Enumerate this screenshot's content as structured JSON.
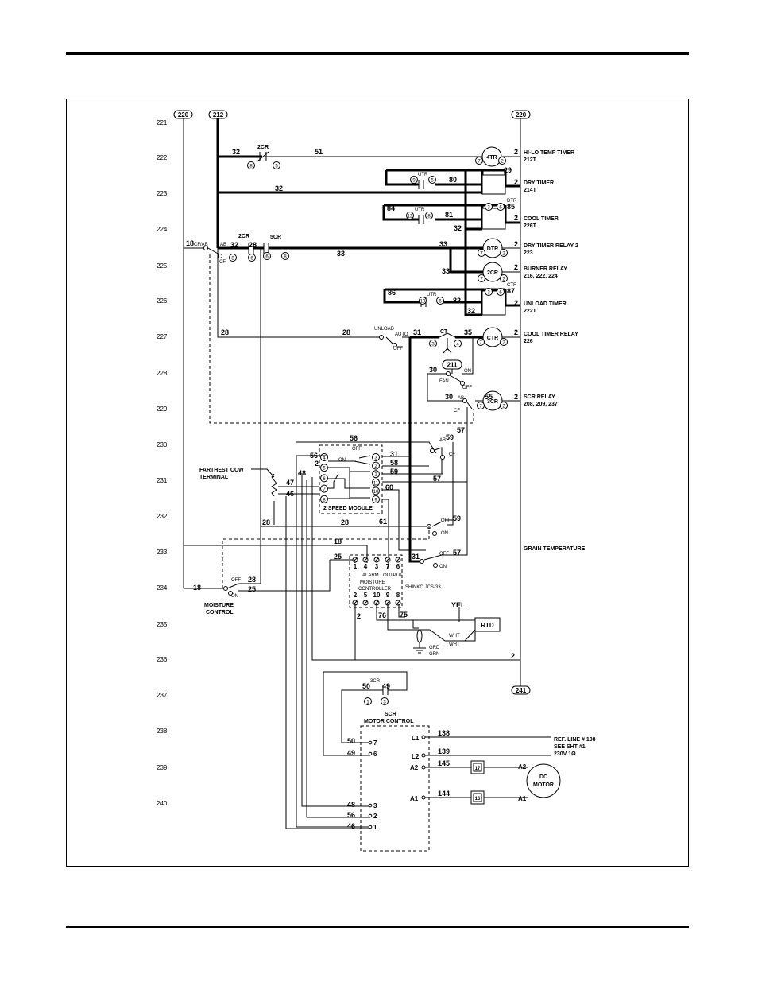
{
  "buses": {
    "left_top": "220",
    "mid_top": "212",
    "right_top": "220",
    "right_bottom": "241"
  },
  "line_numbers": [
    "221",
    "222",
    "223",
    "224",
    "225",
    "226",
    "227",
    "228",
    "229",
    "230",
    "231",
    "232",
    "233",
    "234",
    "235",
    "236",
    "237",
    "238",
    "239",
    "240"
  ],
  "wires": {
    "w32a": "32",
    "w51": "51",
    "w29": "29",
    "w80": "80",
    "w32b": "32",
    "w84": "84",
    "w85": "85",
    "w81": "81",
    "w32c": "32",
    "w18": "18",
    "w32d": "32",
    "w28a": "28",
    "w33a": "33",
    "w33b": "33",
    "w33c": "33",
    "w86": "86",
    "w87": "87",
    "w82": "82",
    "w32e": "32",
    "w28b": "28",
    "w28c": "28",
    "w31": "31",
    "w35": "35",
    "w30a": "30",
    "w30b": "30",
    "w55": "55",
    "w57a": "57",
    "w56": "56",
    "w59a": "59",
    "w56b": "56",
    "w2a": "2",
    "w48a": "48",
    "w31b": "31",
    "w58": "58",
    "w59b": "59",
    "w57b": "57",
    "w60": "60",
    "w47": "47",
    "w46": "46",
    "w61": "61",
    "w28d": "28",
    "w28e": "28",
    "w59c": "59",
    "w18b": "18",
    "w25": "25",
    "w31c": "31",
    "w57c": "57",
    "w18c": "18",
    "w28f": "28",
    "w25b": "25",
    "w2b": "2",
    "w76": "76",
    "w75": "75",
    "w2c": "2",
    "w50": "50",
    "w49": "49",
    "w50b": "50",
    "w49b": "49",
    "w138": "138",
    "w139": "139",
    "w145": "145",
    "w144": "144",
    "w48b": "48",
    "w56c": "56",
    "w46b": "46",
    "r2a": "2",
    "r2b": "2",
    "r2c": "2",
    "r2d": "2",
    "r2e": "2",
    "r2f": "2",
    "r2g": "2",
    "r2h": "2"
  },
  "devices": {
    "4tr": "4TR",
    "dtr": "DTR",
    "2cr": "2CR",
    "ctr": "CTR",
    "3cr": "3CR",
    "box211": "211",
    "utr": "UTR",
    "dtr_small": "DTR",
    "ctr_small": "CTR",
    "2cr_label": "2CR",
    "5cr_label": "5CR",
    "2cr_top": "2CR",
    "3cr_label": "3CR",
    "ct_label": "CT"
  },
  "pins": {
    "p8": "8",
    "p5": "5",
    "p9": "9",
    "p6": "6",
    "p7": "7",
    "p2": "2",
    "p12": "12",
    "p10": "10",
    "p3": "3",
    "p4": "4",
    "p1": "1",
    "p11": "11"
  },
  "switch_labels": {
    "cfab": "CF/AB",
    "ab": "AB",
    "cf": "CF",
    "unload": "UNLOAD",
    "auto": "AUTO",
    "off": "OFF",
    "on": "ON",
    "fan": "FAN"
  },
  "right_labels": {
    "hilo": "HI-LO TEMP TIMER",
    "hilo_ref": "212T",
    "dry": "DRY TIMER",
    "dry_ref": "214T",
    "cool": "COOL TIMER",
    "cool_ref": "226T",
    "dtr2": "DRY TIMER RELAY 2",
    "dtr2_ref": "223",
    "burner": "BURNER RELAY",
    "burner_ref": "216, 222, 224",
    "unload": "UNLOAD TIMER",
    "unload_ref": "222T",
    "ctr": "COOL TIMER RELAY",
    "ctr_ref": "226",
    "scr": "SCR RELAY",
    "scr_ref": "208, 209, 237",
    "grain": "GRAIN TEMPERATURE"
  },
  "labels": {
    "farthest": "FARTHEST CCW",
    "terminal": "TERMINAL",
    "speed_module": "2 SPEED MODULE",
    "alarm": "ALARM",
    "output": "OUTPUT",
    "moisture_controller": "MOISTURE",
    "controller": "CONTROLLER",
    "shinko": "SHINKO JCS-33",
    "moisture_control": "MOISTURE",
    "control": "CONTROL",
    "yel": "YEL",
    "rtd": "RTD",
    "wht": "WHT",
    "wht2": "WHT",
    "grd": "GRD",
    "grn": "GRN",
    "scr": "SCR",
    "motor_control": "MOTOR CONTROL",
    "ref": "REF. LINE # 108",
    "see": "SEE SHT #1",
    "volt": "230V 1Ø",
    "dc": "DC",
    "motor": "MOTOR",
    "a2": "A2",
    "a1": "A1",
    "l1": "L1",
    "l2": "L2",
    "a2b": "A2",
    "a1b": "A1",
    "b17": "17",
    "b16": "16"
  },
  "mc_pins_top": [
    "1",
    "4",
    "3",
    "7",
    "6"
  ],
  "mc_pins_bottom": [
    "2",
    "5",
    "10",
    "9",
    "8"
  ],
  "scr_pins": [
    "7",
    "6",
    "3",
    "2",
    "1"
  ],
  "module_left": [
    "4",
    "5",
    "6",
    "7",
    "8"
  ],
  "module_right": [
    "3",
    "2",
    "1",
    "11",
    "10",
    "9"
  ]
}
